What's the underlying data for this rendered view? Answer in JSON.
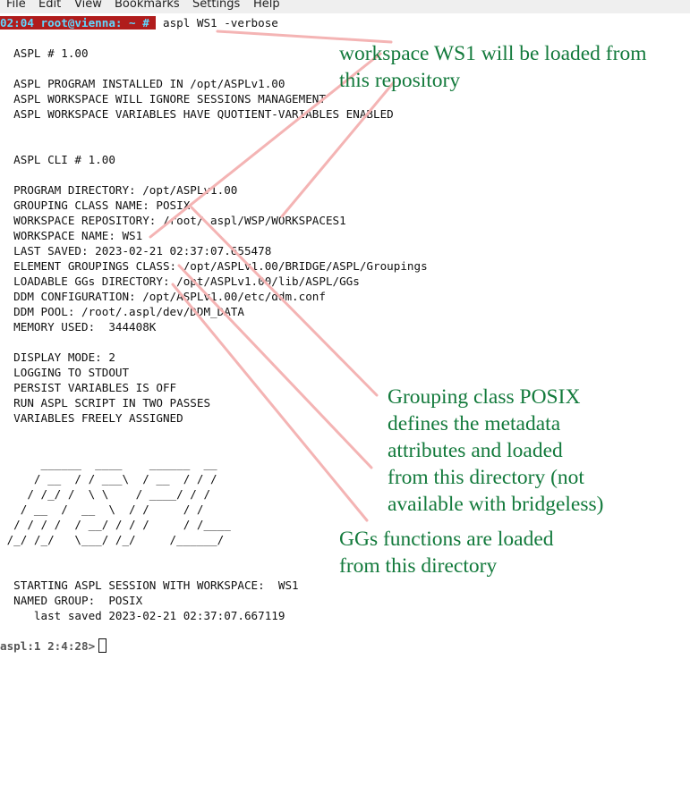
{
  "menu": [
    "File",
    "Edit",
    "View",
    "Bookmarks",
    "Settings",
    "Help"
  ],
  "prompt": {
    "text": "02:04 root@vienna: ~ # ",
    "command": "aspl WS1 -verbose"
  },
  "lines": [
    "",
    "  ASPL # 1.00",
    "",
    "  ASPL PROGRAM INSTALLED IN /opt/ASPLv1.00",
    "  ASPL WORKSPACE WILL IGNORE SESSIONS MANAGEMENT",
    "  ASPL WORKSPACE VARIABLES HAVE QUOTIENT-VARIABLES ENABLED",
    "",
    "",
    "  ASPL CLI # 1.00",
    "",
    "  PROGRAM DIRECTORY: /opt/ASPLv1.00",
    "  GROUPING CLASS NAME: POSIX",
    "  WORKSPACE REPOSITORY: /root/.aspl/WSP/WORKSPACES1",
    "  WORKSPACE NAME: WS1",
    "  LAST SAVED: 2023-02-21 02:37:07.655478",
    "  ELEMENT GROUPINGS CLASS: /opt/ASPLv1.00/BRIDGE/ASPL/Groupings",
    "  LOADABLE GGs DIRECTORY: /opt/ASPLv1.00/lib/ASPL/GGs",
    "  DDM CONFIGURATION: /opt/ASPLv1.00/etc/ddm.conf",
    "  DDM POOL: /root/.aspl/dev/DDM_DATA",
    "  MEMORY USED:  344408K",
    "",
    "  DISPLAY MODE: 2",
    "  LOGGING TO STDOUT",
    "  PERSIST VARIABLES IS OFF",
    "  RUN ASPL SCRIPT IN TWO PASSES",
    "  VARIABLES FREELY ASSIGNED",
    "",
    "",
    "      ______  ____    ______  __",
    "     / __  / / ___\\  / __  / / /",
    "    / /_/ /  \\ \\    / ____/ / /",
    "   / __  /  __  \\  / /     / /",
    "  / / / /  / __/ / / /     / /____",
    " /_/ /_/   \\___/ /_/     /______/",
    "",
    "",
    "  STARTING ASPL SESSION WITH WORKSPACE:  WS1",
    "  NAMED GROUP:  POSIX",
    "     last saved 2023-02-21 02:37:07.667119",
    ""
  ],
  "prompt2": "aspl:1 2:4:28>",
  "annotations": {
    "workspace": "workspace WS1 will be loaded from\nthis repository",
    "grouping": "Grouping class POSIX\ndefines the metadata\nattributes and loaded\nfrom this directory (not\navailable with bridgeless)",
    "ggs": "GGs functions are loaded\nfrom this directory"
  },
  "colors": {
    "annotation": "#137a3c",
    "connector": "#f4b4b4",
    "prompt_bg": "#b01c1c",
    "prompt_fg": "#5fd7ff"
  }
}
